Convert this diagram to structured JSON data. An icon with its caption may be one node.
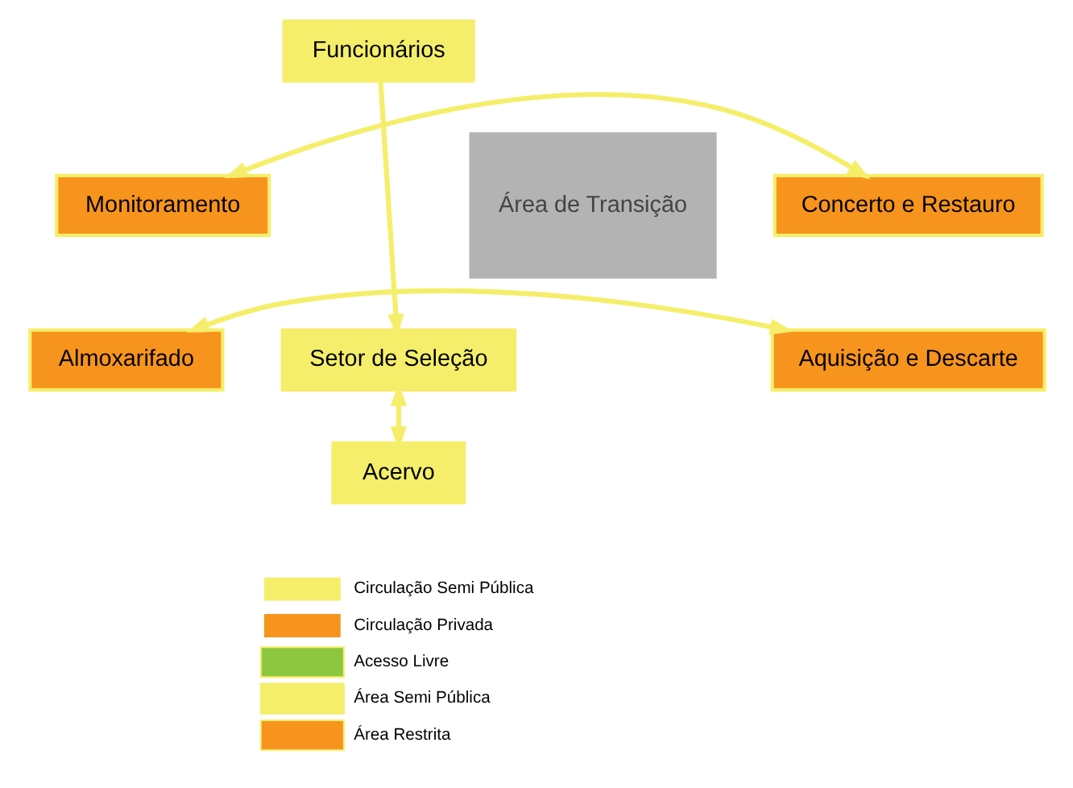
{
  "diagram": {
    "nodes": [
      {
        "text": [
          "Funcionários"
        ]
      },
      {
        "text": [
          "Monitoramento"
        ]
      },
      {
        "text": [
          "Área de Transição"
        ]
      },
      {
        "text": [
          "Concerto e Restauro"
        ]
      },
      {
        "text": [
          "Almoxarifado"
        ]
      },
      {
        "text": [
          "Aquisição e Descarte"
        ]
      },
      {
        "text": [
          "Setor de Seleção"
        ]
      },
      {
        "text": [
          "Acervo"
        ]
      }
    ],
    "edges": [
      {
        "from": 0,
        "to": 6,
        "arrow": "to"
      },
      {
        "from": 1,
        "to": 3,
        "arrow": "both"
      },
      {
        "from": 4,
        "to": 5,
        "arrow": "both"
      },
      {
        "from": 6,
        "to": 7,
        "arrow": "both"
      }
    ],
    "legend": [
      {
        "text": "Circulação Semi Pública"
      },
      {
        "text": "Circulação Privada"
      },
      {
        "text": "Acesso Livre",
        "color": "#8dc63f"
      },
      {
        "text": "Área Semi Pública",
        "color": "#f5ee6a"
      },
      {
        "text": "Área Restrita",
        "color": "#f7941d"
      }
    ]
  }
}
